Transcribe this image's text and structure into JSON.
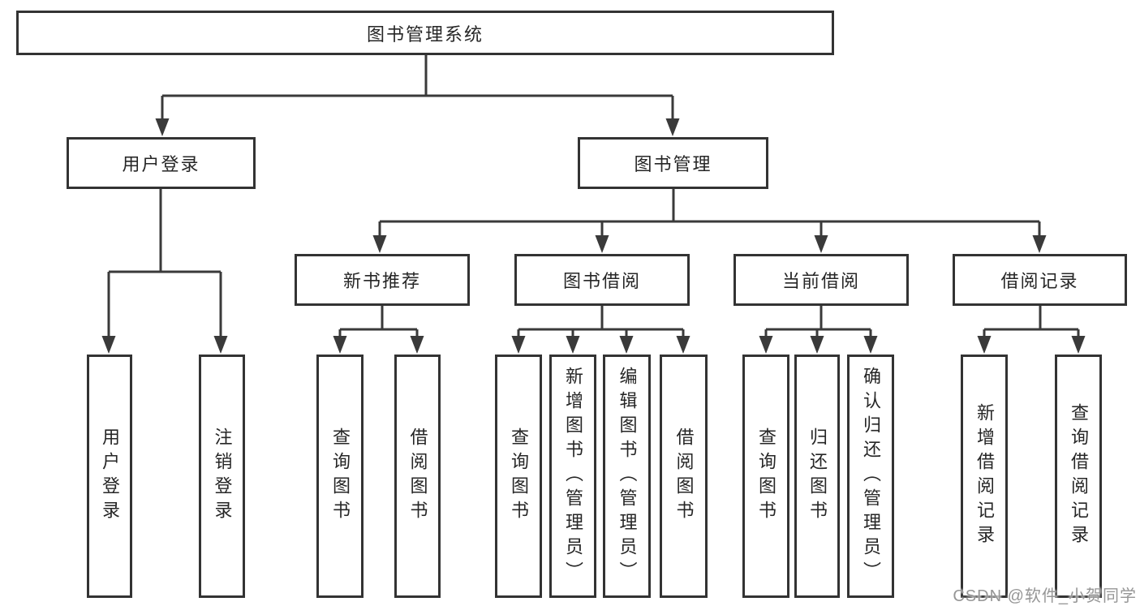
{
  "diagram_title": "图书管理系统",
  "tree": {
    "root": {
      "label": "图书管理系统"
    },
    "modules": [
      {
        "label": "用户登录",
        "children": [
          {
            "label": "用户登录"
          },
          {
            "label": "注销登录"
          }
        ]
      },
      {
        "label": "图书管理",
        "children": [
          {
            "label": "新书推荐",
            "children": [
              {
                "label": "查询图书"
              },
              {
                "label": "借阅图书"
              }
            ]
          },
          {
            "label": "图书借阅",
            "children": [
              {
                "label": "查询图书"
              },
              {
                "label": "新增图书（管理员）"
              },
              {
                "label": "编辑图书（管理员）"
              },
              {
                "label": "借阅图书"
              }
            ]
          },
          {
            "label": "当前借阅",
            "children": [
              {
                "label": "查询图书"
              },
              {
                "label": "归还图书"
              },
              {
                "label": "确认归还（管理员）"
              }
            ]
          },
          {
            "label": "借阅记录",
            "children": [
              {
                "label": "新增借阅记录"
              },
              {
                "label": "查询借阅记录"
              }
            ]
          }
        ]
      }
    ]
  },
  "watermark": {
    "text": "CSDN @软件_小贺同学"
  },
  "colors": {
    "background": "#ffffff",
    "line": "#3a3a3a",
    "box_border": "#333333",
    "text": "#262626",
    "watermark": "#969696"
  }
}
